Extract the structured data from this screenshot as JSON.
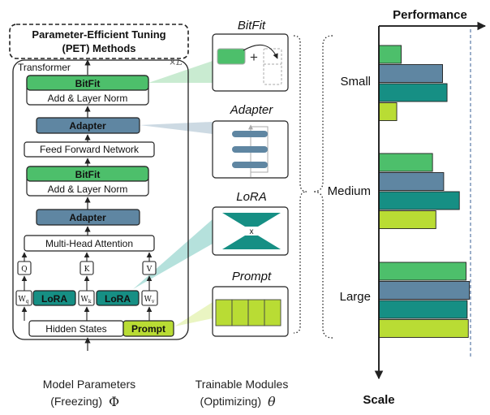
{
  "pet": {
    "title_line1": "Parameter-Efficient Tuning",
    "title_line2": "(PET) Methods"
  },
  "transformer": {
    "label": "Transformer",
    "times_l": "×L",
    "bitfit_top": "BitFit",
    "add_norm_top": "Add & Layer Norm",
    "adapter_top": "Adapter",
    "ffn": "Feed Forward Network",
    "bitfit_mid": "BitFit",
    "add_norm_mid": "Add & Layer Norm",
    "adapter_mid": "Adapter",
    "mha": "Multi-Head Attention",
    "q": "Q",
    "k": "K",
    "v": "V",
    "wq": "W",
    "wq_sub": "q",
    "wk": "W",
    "wk_sub": "k",
    "wv": "W",
    "wv_sub": "v",
    "lora1": "LoRA",
    "lora2": "LoRA",
    "hidden_states": "Hidden States",
    "prompt": "Prompt"
  },
  "modules": {
    "bitfit": {
      "title": "BitFit",
      "plus": "+"
    },
    "adapter": {
      "title": "Adapter"
    },
    "lora": {
      "title": "LoRA",
      "mark": "x"
    },
    "prompt": {
      "title": "Prompt"
    }
  },
  "colors": {
    "bitfit": "#4dbf6b",
    "adapter": "#5f86a2",
    "lora": "#168f84",
    "prompt": "#b9dc34"
  },
  "chart_data": {
    "type": "bar",
    "title": "Performance",
    "ylabel": "Scale",
    "categories": [
      "Small",
      "Medium",
      "Large"
    ],
    "series": [
      {
        "color": "#4dbf6b",
        "values": [
          20,
          48,
          78
        ]
      },
      {
        "color": "#5f86a2",
        "values": [
          57,
          58,
          81
        ]
      },
      {
        "color": "#168f84",
        "values": [
          61,
          72,
          79
        ]
      },
      {
        "color": "#b9dc34",
        "values": [
          16,
          51,
          80
        ]
      }
    ],
    "xlim": [
      0,
      82
    ],
    "reference_line": 82,
    "grid": false
  },
  "captions": {
    "model_line1": "Model Parameters",
    "model_line2": "(Freezing)",
    "model_symbol": "Φ",
    "train_line1": "Trainable Modules",
    "train_line2": "(Optimizing)",
    "train_symbol": "θ"
  }
}
